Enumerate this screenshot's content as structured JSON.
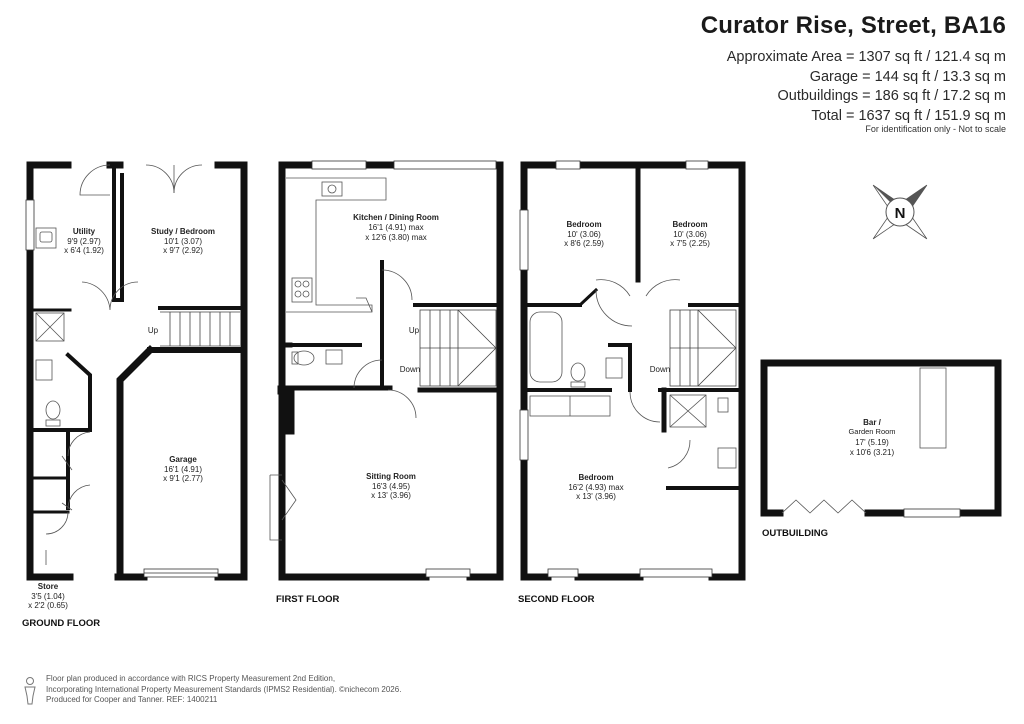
{
  "header": {
    "title": "Curator Rise, Street, BA16",
    "areas": [
      "Approximate Area = 1307 sq ft / 121.4 sq m",
      "Garage = 144 sq ft / 13.3 sq m",
      "Outbuildings = 186 sq ft / 17.2 sq m",
      "Total = 1637 sq ft / 151.9 sq m"
    ],
    "note": "For identification only - Not to scale"
  },
  "compass": {
    "letter": "N",
    "icon": "compass-icon"
  },
  "floors": {
    "ground": "GROUND FLOOR",
    "first": "FIRST FLOOR",
    "second": "SECOND FLOOR",
    "outbuilding": "OUTBUILDING"
  },
  "rooms": {
    "utility": [
      "Utility",
      "9'9 (2.97)",
      "x 6'4 (1.92)"
    ],
    "study": [
      "Study / Bedroom",
      "10'1 (3.07)",
      "x 9'7 (2.92)"
    ],
    "garage": [
      "Garage",
      "16'1 (4.91)",
      "x 9'1 (2.77)"
    ],
    "store": [
      "Store",
      "3'5 (1.04)",
      "x 2'2 (0.65)"
    ],
    "kitchen": [
      "Kitchen / Dining Room",
      "16'1 (4.91) max",
      "x 12'6 (3.80) max"
    ],
    "sitting": [
      "Sitting Room",
      "16'3 (4.95)",
      "x 13' (3.96)"
    ],
    "bed1": [
      "Bedroom",
      "10' (3.06)",
      "x 8'6 (2.59)"
    ],
    "bed2": [
      "Bedroom",
      "10' (3.06)",
      "x 7'5 (2.25)"
    ],
    "bed3": [
      "Bedroom",
      "16'2 (4.93) max",
      "x 13' (3.96)"
    ],
    "bar": [
      "Bar /",
      "Garden Room",
      "17' (5.19)",
      "x 10'6 (3.21)"
    ]
  },
  "stairs": {
    "up": "Up",
    "down": "Down"
  },
  "footer": {
    "lines": [
      "Floor plan produced in accordance with RICS Property Measurement 2nd Edition,",
      "Incorporating International Property Measurement Standards (IPMS2 Residential).  ©nichecom 2026.",
      "Produced for Cooper and Tanner.  REF: 1400211"
    ],
    "icon": "person-icon"
  },
  "colors": {
    "wall": "#111111",
    "fixture": "#555555",
    "text": "#222222"
  }
}
